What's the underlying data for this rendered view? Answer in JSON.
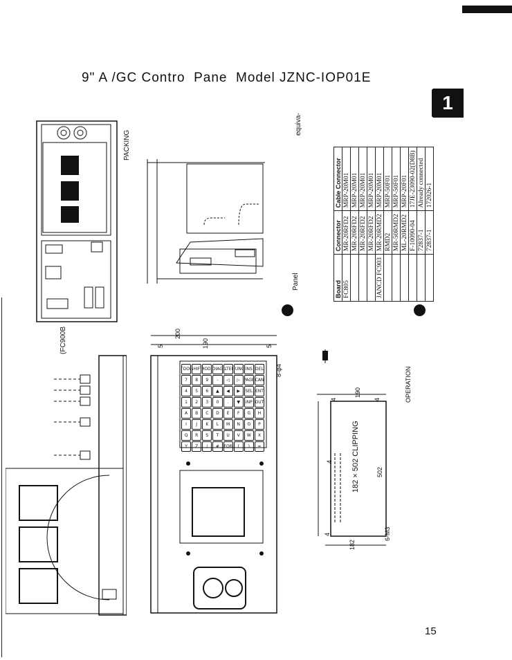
{
  "page": {
    "title": "9\" A /GC Contro  Pane  Model JZNC-IOP01E",
    "chapter_tab": "1",
    "page_number": "15"
  },
  "labels": {
    "packing": "PACKING",
    "fc900b": "(FC900B",
    "equiva": "equiva-",
    "panel": "Panel",
    "fc805": "FC805",
    "jancd": "JANCD FC903",
    "operation": "OPERATION",
    "clipping": "182 × 502 CLIPPING",
    "bolt_holes": "8-φ4",
    "screws": "6-M3"
  },
  "dimensions": {
    "d200": "200",
    "d190a": "190",
    "d5a": "5",
    "d5b": "5",
    "d190b": "190",
    "d4a": "4",
    "d4b": "4",
    "d4c": "4",
    "d4d": "4",
    "d502": "502",
    "d182": "182"
  },
  "connector_table": {
    "header_board": "Board",
    "header_connector": "Connector",
    "header_cable": "Cable Connector",
    "rows": [
      {
        "board": "MR-20RFD2",
        "cable": "MRP-20M01"
      },
      {
        "board": "MR-20RFD2",
        "cable": "MRP-20M01"
      },
      {
        "board": "MR-20RFD2",
        "cable": "MRP-20M01"
      },
      {
        "board": "MR-20RFD2",
        "cable": "MRP-20M01"
      },
      {
        "board": "MR-20RMD2",
        "cable": "MRP-20M01"
      },
      {
        "board": "RMD2",
        "cable": "MRP-50F01"
      },
      {
        "board": "MR-50RMD2",
        "cable": "MRP-50F01"
      },
      {
        "board": "ML-20RMD2",
        "cable": "MRP-20F01"
      },
      {
        "board": "F-10090-04",
        "cable": "17JE-23090-02(D8B)"
      },
      {
        "board": "72837-1",
        "cable": "Already connected"
      },
      {
        "board": "72837-1",
        "cable": "172026-1"
      }
    ]
  },
  "keypad_rows": [
    [
      "TOOL",
      "SHIFT",
      "MODE",
      "DIAG",
      "ALTER",
      "FUNC",
      "INS",
      "DEL"
    ],
    [
      "7",
      "8",
      "9",
      "-",
      "◁",
      "▷",
      "PAGE",
      "CAN"
    ],
    [
      "4",
      "5",
      "6",
      "▲",
      "◀",
      "▶",
      "SEL",
      "ENT"
    ],
    [
      "1",
      "2",
      "3",
      "0",
      ".",
      "▼",
      "INP",
      "OUT"
    ]
  ],
  "alpha_rows": [
    [
      "A",
      "B",
      "C",
      "D",
      "E",
      "F",
      "G",
      "H"
    ],
    [
      "I",
      "J",
      "K",
      "L",
      "M",
      "N",
      "O",
      "P"
    ],
    [
      "Q",
      "R",
      "S",
      "T",
      "U",
      "V",
      "W",
      "X"
    ],
    [
      "Y",
      "Z",
      "/",
      "#",
      "EOB",
      "(",
      ")",
      "="
    ]
  ]
}
